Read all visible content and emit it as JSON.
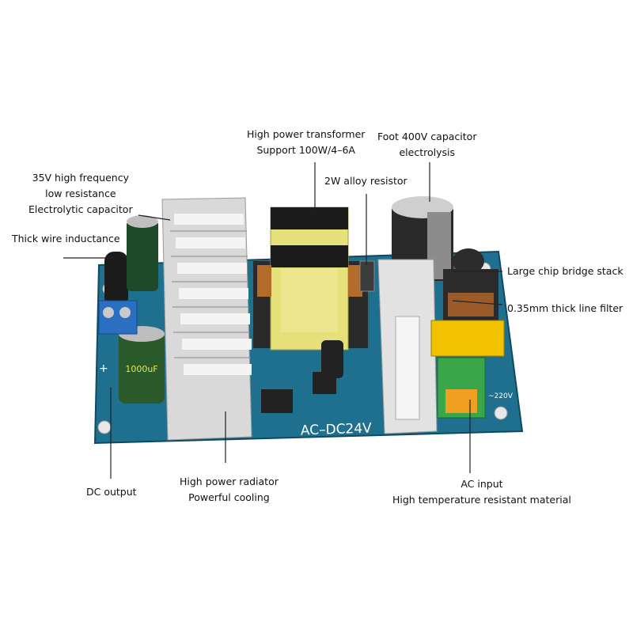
{
  "labels": {
    "transformer": [
      "High power transformer",
      "Support 100W/4–6A"
    ],
    "capacitor_400v": [
      "Foot 400V capacitor",
      "electrolysis"
    ],
    "capacitor_35v": [
      "35V high frequency",
      "low resistance",
      "Electrolytic capacitor"
    ],
    "alloy_resistor": [
      "2W alloy resistor"
    ],
    "inductance": [
      "Thick wire inductance"
    ],
    "bridge_stack": [
      "Large chip bridge stack"
    ],
    "line_filter": [
      "0.35mm thick line filter"
    ],
    "dc_output": [
      "DC output"
    ],
    "radiator": [
      "High power radiator",
      "Powerful cooling"
    ],
    "ac_input": [
      "AC input",
      "High temperature resistant material"
    ]
  },
  "board": {
    "silkscreen": "AC–DC24V",
    "capacitor_marking": "1000uF",
    "terminal_plus": "+",
    "terminal_ac": "~220V"
  },
  "colors": {
    "pcb": "#1f6f8f",
    "heatsink": "#d9d9d9",
    "transformer_core": "#e6e07a",
    "terminal_green": "#3aa64a",
    "terminal_blue": "#2a6fc0",
    "terminal_orange": "#f0a020",
    "x_capacitor": "#f2c200"
  }
}
